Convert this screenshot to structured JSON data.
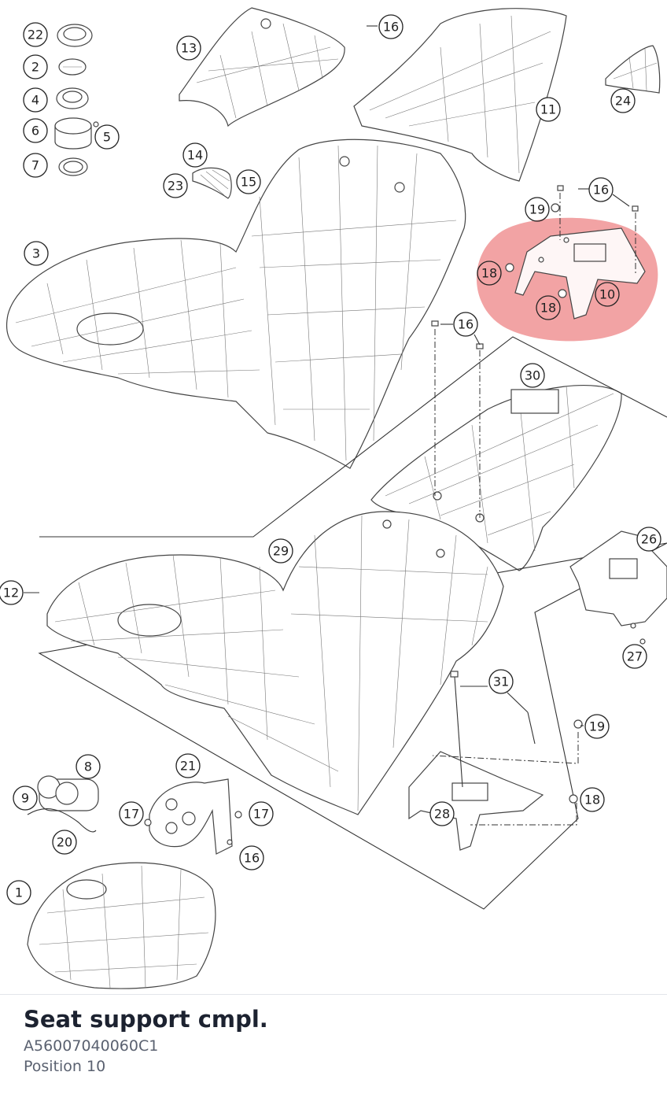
{
  "diagram": {
    "highlight_color": "#e8585a",
    "highlighted_position": "10",
    "callouts": [
      "22",
      "2",
      "4",
      "6",
      "5",
      "7",
      "13",
      "16",
      "11",
      "24",
      "14",
      "15",
      "23",
      "3",
      "19",
      "16",
      "18",
      "10",
      "18",
      "16",
      "30",
      "29",
      "12",
      "26",
      "27",
      "31",
      "19",
      "18",
      "28",
      "8",
      "9",
      "21",
      "17",
      "17",
      "20",
      "16",
      "1"
    ]
  },
  "info": {
    "title": "Seat support cmpl.",
    "part_number": "A56007040060C1",
    "position": "Position 10"
  }
}
